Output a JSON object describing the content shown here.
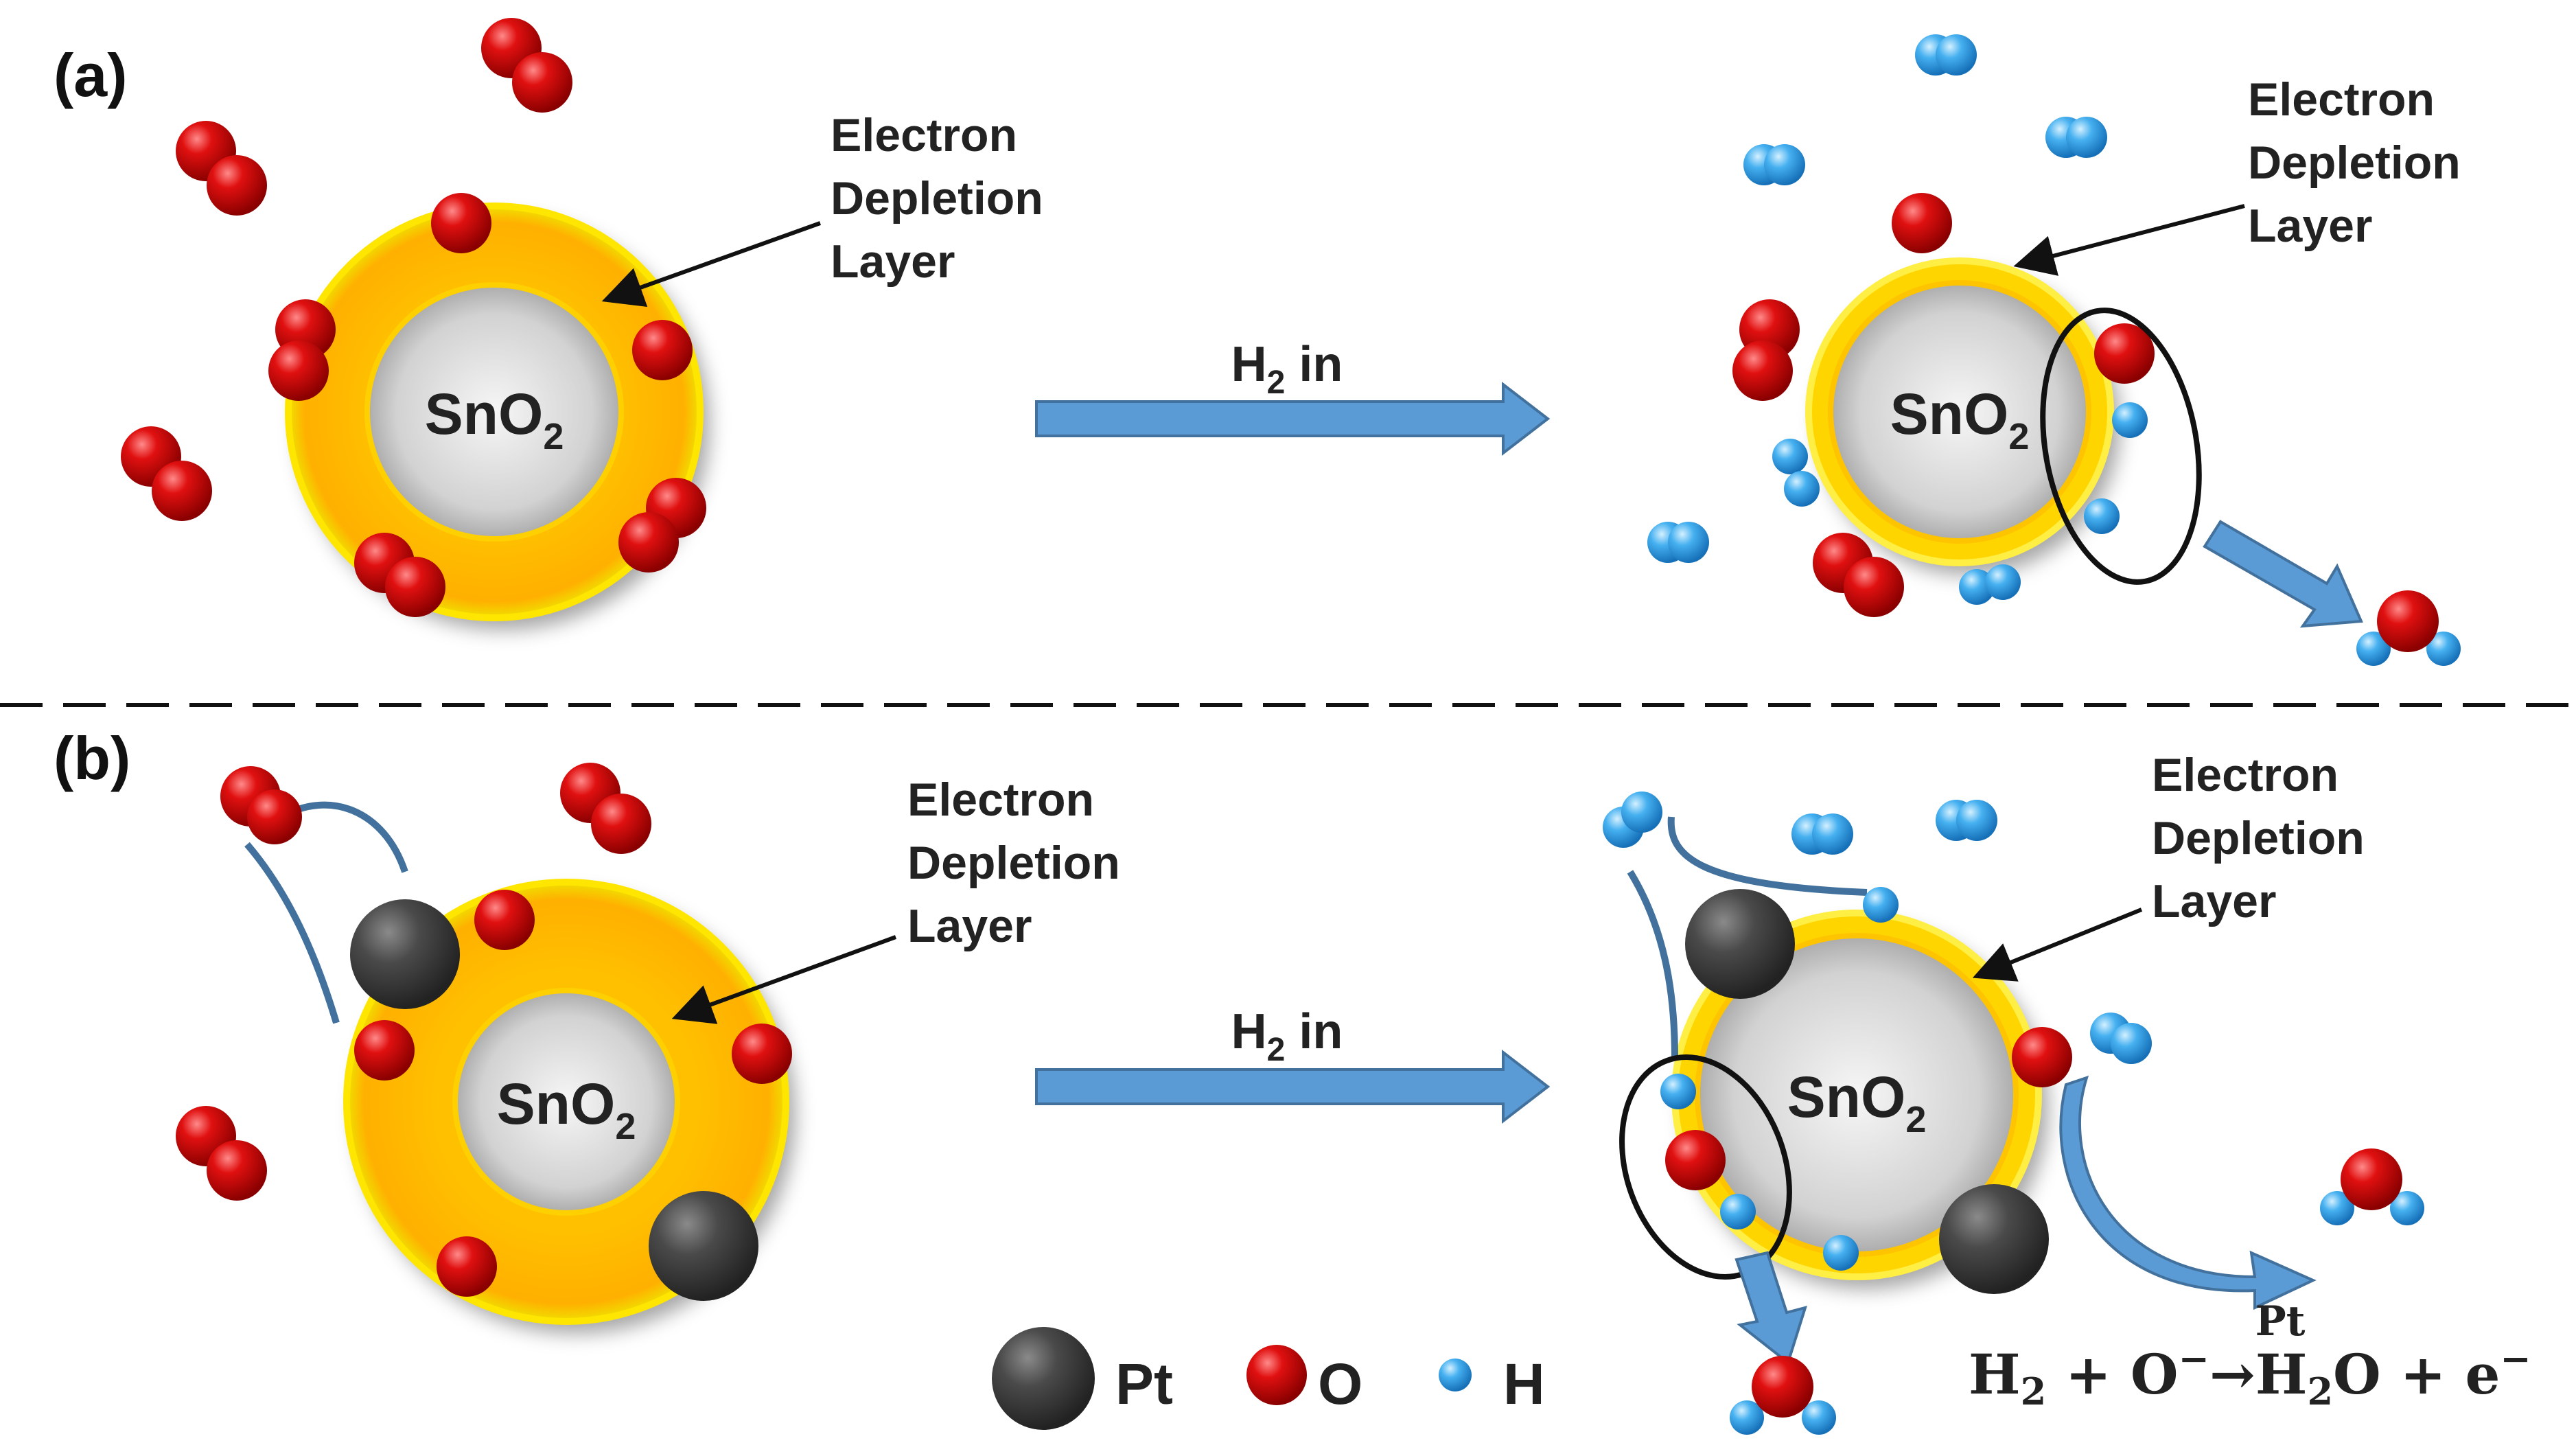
{
  "panels": {
    "a": {
      "label": "(a)"
    },
    "b": {
      "label": "(b)"
    }
  },
  "core_label": {
    "base": "SnO",
    "sub": "2"
  },
  "layer_label": [
    "Electron",
    "Depletion",
    "Layer"
  ],
  "arrow_label": {
    "base": "H",
    "sub": "2",
    "rest": " in"
  },
  "legend": {
    "pt": "Pt",
    "o": "O",
    "h": "H"
  },
  "reaction": {
    "lhs": "H",
    "lhs_sub": "2",
    "plus1": " + O",
    "sup": "−",
    "catalyst": "Pt",
    "arrow": "→",
    "product": "H",
    "product_sub": "2",
    "product_rest": "O + e",
    "product_sup": "−"
  },
  "colors": {
    "depletion_thick": "#ffb400",
    "depletion_thin": "#ffd500",
    "core": "#cfcfcf",
    "oxygen": "#cc0000",
    "hydrogen": "#3aa0e6",
    "platinum": "#454545",
    "arrow": "#5b9bd5",
    "divider": "#111111"
  }
}
